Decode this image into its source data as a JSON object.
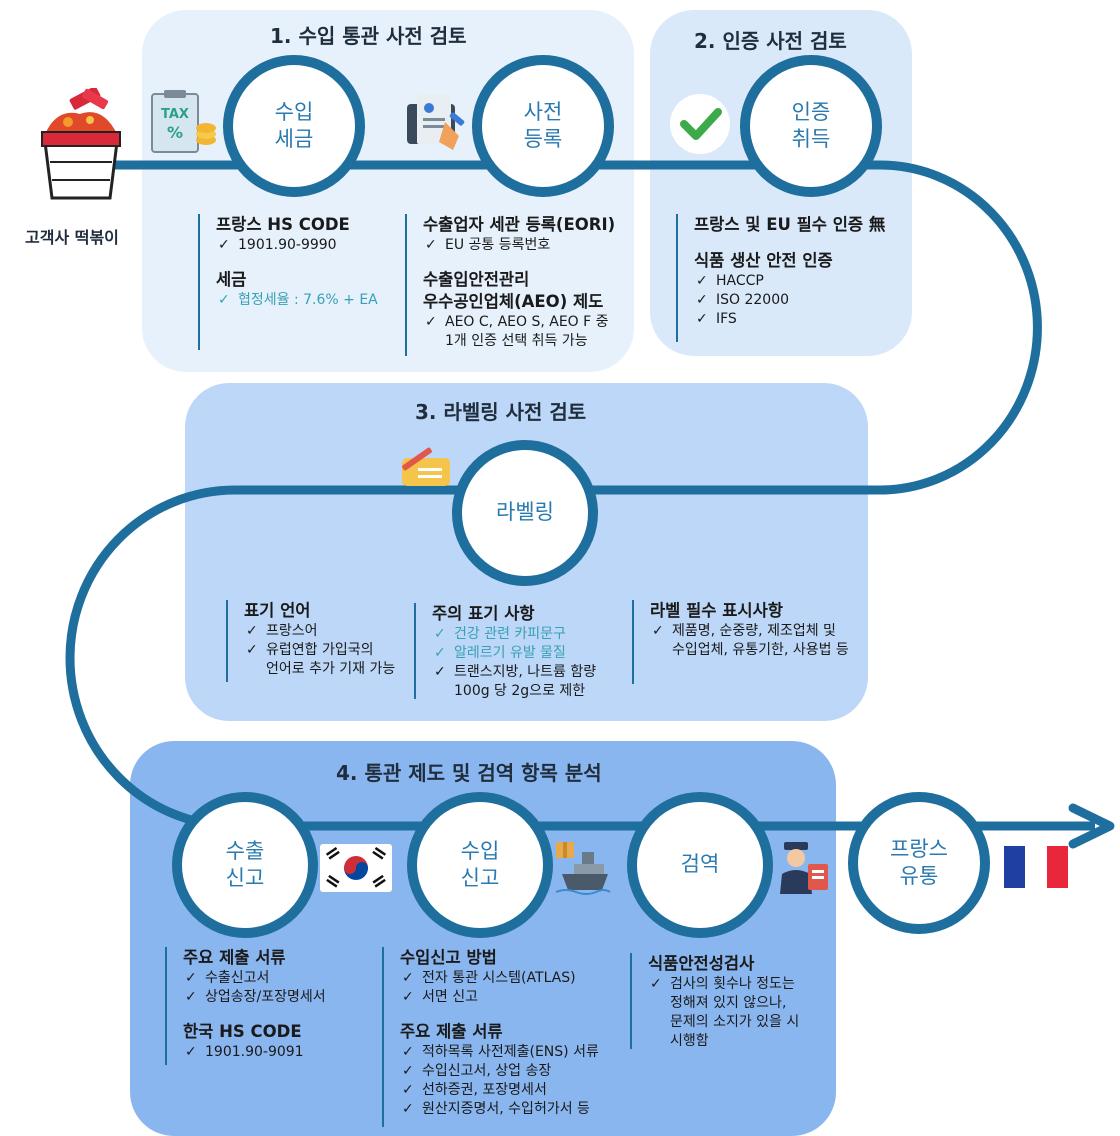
{
  "colors": {
    "flow": "#1e6e9e",
    "circle_text": "#2a7ab0",
    "panel1": "#e6f1fc",
    "panel2": "#d9e9fa",
    "panel3": "#bcd7f7",
    "panel4": "#8ab6f0"
  },
  "start": {
    "caption": "고객사 떡볶이",
    "icon": "tteokbokki-icon"
  },
  "section1": {
    "title": "1. 수입 통관 사전 검토",
    "circle_tax": "수입\n세금",
    "circle_reg": "사전\n등록",
    "icons": [
      "tax-document-icon",
      "registration-form-icon"
    ],
    "left": {
      "h1": "프랑스 HS CODE",
      "i1": [
        "1901.90-9990"
      ],
      "h2": "세금",
      "i2": [
        "협정세율 : 7.6% + EA"
      ]
    },
    "right": {
      "h1": "수출업자 세관 등록(EORI)",
      "i1": [
        "EU 공통 등록번호"
      ],
      "h2a": "수출입안전관리",
      "h2b": "우수공인업체(AEO) 제도",
      "i2": [
        "AEO C, AEO S, AEO F 중\n1개 인증 선택 취득 가능"
      ]
    }
  },
  "section2": {
    "title": "2. 인증 사전 검토",
    "circle": "인증\n취득",
    "icon": "checkmark-icon",
    "h1": "프랑스 및 EU 필수 인증 無",
    "h2": "식품 생산 안전 인증",
    "i2": [
      "HACCP",
      "ISO 22000",
      "IFS"
    ]
  },
  "section3": {
    "title": "3. 라벨링 사전 검토",
    "circle": "라벨링",
    "icon": "label-writing-icon",
    "col1": {
      "h": "표기 언어",
      "items": [
        "프랑스어",
        "유럽연합 가입국의\n언어로 추가 기재 가능"
      ]
    },
    "col2": {
      "h": "주의 표기 사항",
      "teal_items": [
        "건강 관련 카피문구",
        "알레르기 유발 물질"
      ],
      "items": [
        "트랜스지방, 나트륨 함량\n100g 당 2g으로 제한"
      ]
    },
    "col3": {
      "h": "라벨 필수 표시사항",
      "items": [
        "제품명, 순중량, 제조업체 및\n수입업체, 유통기한, 사용법 등"
      ]
    }
  },
  "section4": {
    "title": "4. 통관 제도 및 검역 항목 분석",
    "circle_export": "수출\n신고",
    "circle_import": "수입\n신고",
    "circle_quarantine": "검역",
    "circle_france": "프랑스\n유통",
    "icons": [
      "korea-flag-icon",
      "cargo-ship-icon",
      "customs-officer-icon",
      "france-flag-icon"
    ],
    "col1": {
      "h1": "주요 제출 서류",
      "i1": [
        "수출신고서",
        "상업송장/포장명세서"
      ],
      "h2": "한국 HS CODE",
      "i2": [
        "1901.90-9091"
      ]
    },
    "col2": {
      "h1": "수입신고 방법",
      "i1": [
        "전자 통관 시스템(ATLAS)",
        "서면 신고"
      ],
      "h2": "주요 제출 서류",
      "i2": [
        "적하목록 사전제출(ENS) 서류",
        "수입신고서, 상업 송장",
        "선하증권, 포장명세서",
        "원산지증명서, 수입허가서 등"
      ]
    },
    "col3": {
      "h": "식품안전성검사",
      "items": [
        "검사의 횟수나 정도는\n정해져 있지 않으나,\n문제의 소지가 있을 시\n시행함"
      ]
    }
  }
}
